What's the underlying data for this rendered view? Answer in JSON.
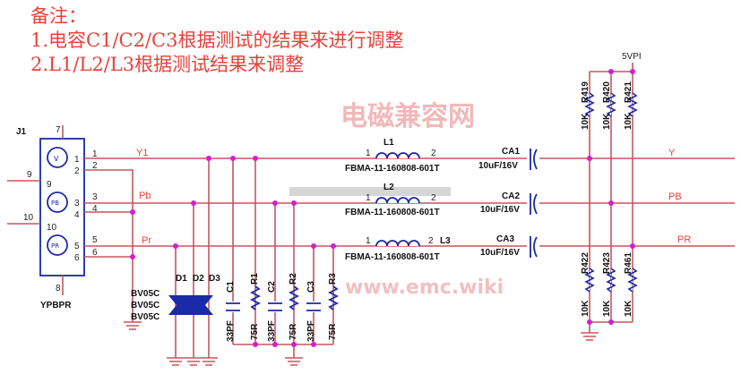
{
  "notes": {
    "title": "备注：",
    "line1": "1.电容C1/C2/C3根据测试的结果来进行调整",
    "line2": "2.L1/L2/L3根据测试结果来调整"
  },
  "connector": {
    "ref": "J1",
    "name": "YPBPR",
    "jacks": [
      "V",
      "PB",
      "PR"
    ],
    "pins": [
      "1",
      "2",
      "3",
      "4",
      "5",
      "6",
      "7",
      "8",
      "9",
      "10"
    ]
  },
  "nets": {
    "y1": "Y1",
    "pb": "Pb",
    "pr": "Pr",
    "y": "Y",
    "pb_out": "PB",
    "pr_out": "PR",
    "supply": "5VPI"
  },
  "diodes": [
    {
      "ref": "D1",
      "part": "BV05C"
    },
    {
      "ref": "D2",
      "part": "BV05C"
    },
    {
      "ref": "D3",
      "part": "BV05C"
    }
  ],
  "filters": [
    {
      "ref": "C1",
      "value": "33PF"
    },
    {
      "ref": "R1",
      "value": "75R"
    },
    {
      "ref": "C2",
      "value": "33PF"
    },
    {
      "ref": "R2",
      "value": "75R"
    },
    {
      "ref": "C3",
      "value": "33PF"
    },
    {
      "ref": "R3",
      "value": "75R"
    }
  ],
  "inductors": [
    {
      "ref": "L1",
      "part": "FBMA-11-160808-601T"
    },
    {
      "ref": "L2",
      "part": "FBMA-11-160808-601T"
    },
    {
      "ref": "L3",
      "part": "FBMA-11-160808-601T"
    }
  ],
  "caps": [
    {
      "ref": "CA1",
      "value": "10uF/16V"
    },
    {
      "ref": "CA2",
      "value": "10uF/16V"
    },
    {
      "ref": "CA3",
      "value": "10uF/16V"
    }
  ],
  "pullups": [
    {
      "ref": "R419",
      "value": "10K"
    },
    {
      "ref": "R420",
      "value": "10K"
    },
    {
      "ref": "R421",
      "value": "10K"
    }
  ],
  "pulldowns": [
    {
      "ref": "R422",
      "value": "10K"
    },
    {
      "ref": "R423",
      "value": "10K"
    },
    {
      "ref": "R461",
      "value": "10K"
    }
  ],
  "watermark": {
    "line1": "电磁兼容网",
    "line2": "www.emc.wiki"
  },
  "colors": {
    "wire": "#c8555f",
    "part": "#1a2aa8",
    "junction": "#d21fd0",
    "note": "#e8413a"
  }
}
